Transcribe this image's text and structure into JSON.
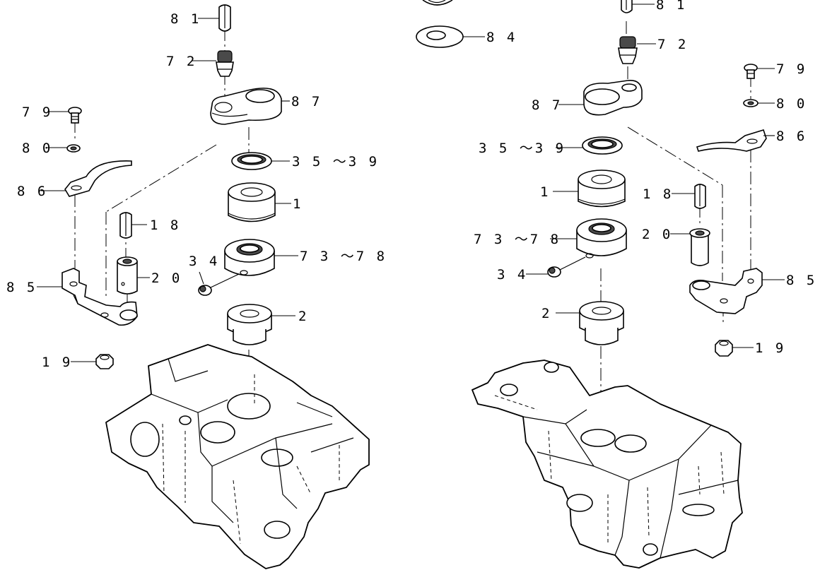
{
  "left_assembly": {
    "callouts": {
      "c81": "8 1",
      "c72": "7 2",
      "c87": "8 7",
      "c79": "7 9",
      "c80": "8 0",
      "c35": "3 5 ～3 9",
      "c86": "8 6",
      "c1": "1",
      "c18": "1 8",
      "c73": "7 3 ～7 8",
      "c34": "3 4",
      "c20": "2 0",
      "c85": "8 5",
      "c2": "2",
      "c19": "1 9"
    }
  },
  "right_assembly": {
    "callouts": {
      "c81": "8 1",
      "c84": "8 4",
      "c72": "7 2",
      "c79": "7 9",
      "c87": "8 7",
      "c80": "8 0",
      "c35": "3 5 ～3 9",
      "c86": "8 6",
      "c1": "1",
      "c18": "1 8",
      "c73": "7 3 ～7 8",
      "c20": "2 0",
      "c34": "3 4",
      "c85": "8 5",
      "c2": "2",
      "c19": "1 9"
    }
  }
}
